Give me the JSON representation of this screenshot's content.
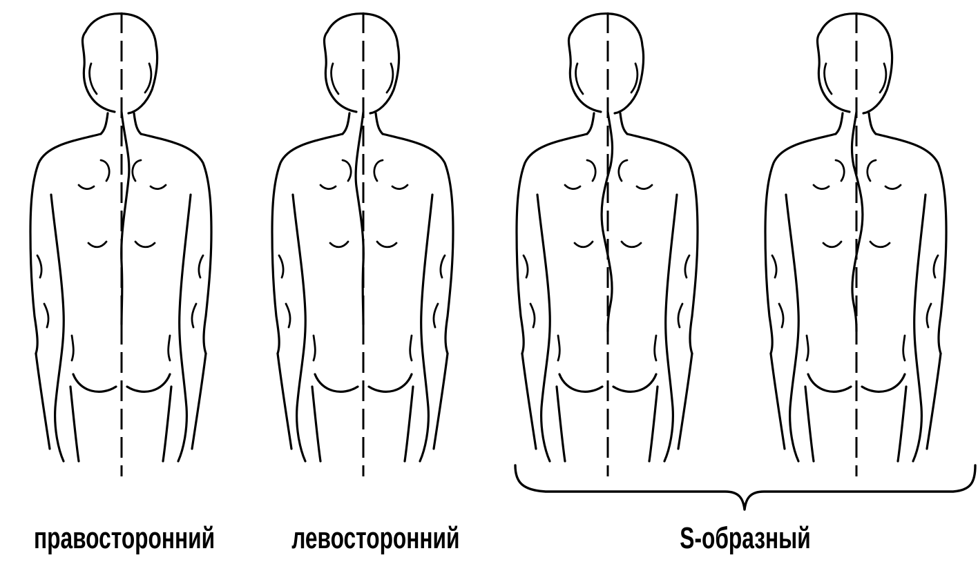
{
  "figures": [
    {
      "label": "правосторонний"
    },
    {
      "label": "левосторонний"
    },
    {
      "label": "S-образный"
    }
  ]
}
